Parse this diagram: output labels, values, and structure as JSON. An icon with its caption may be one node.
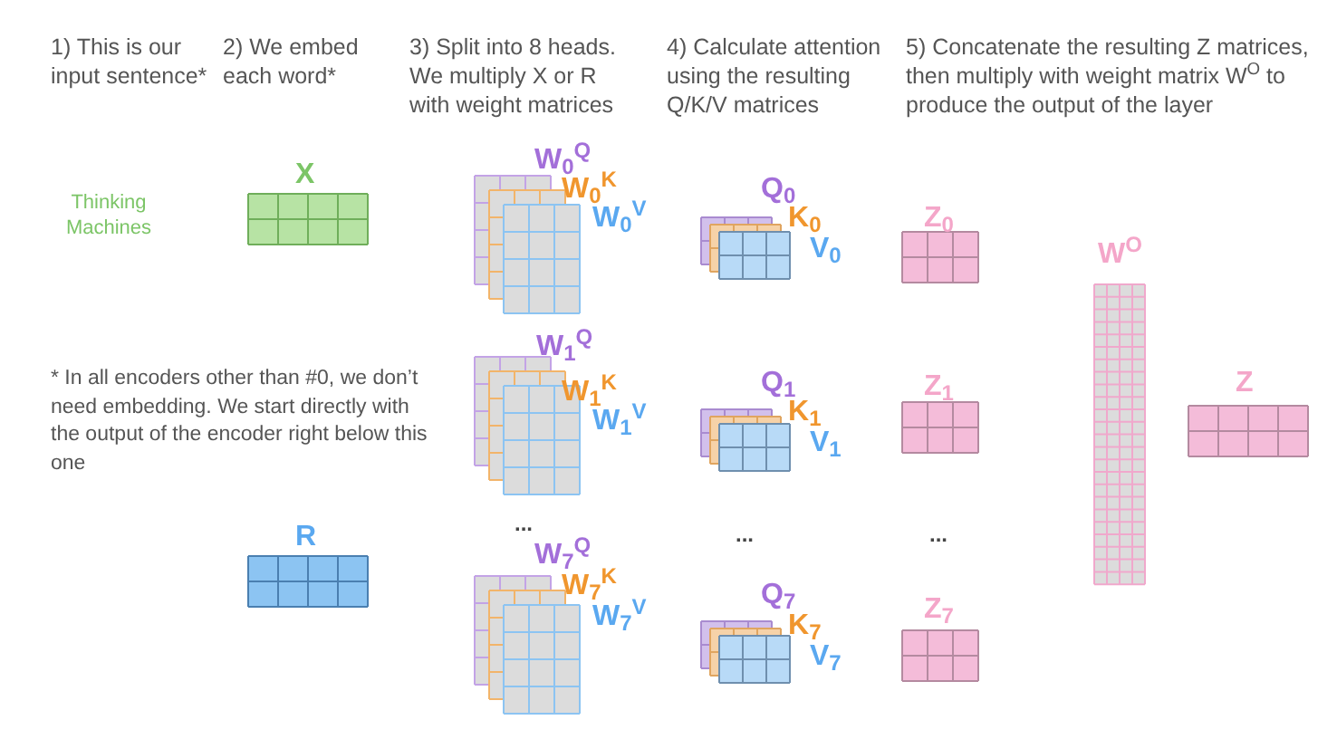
{
  "diagram": {
    "labels": [
      "1) This is our input sentence*",
      "2) We embed each word*",
      "3) Split into 8 heads. We multiply X or R with weight matrices",
      "4) Calculate attention using the resulting Q/K/V matrices",
      "5) Concatenate the resulting Z matrices, then multiply with weight matrix W$^{O}$ to produce the output of the layer",
      "Thinking Machines",
      "X",
      "W$_{0}$$^{Q}$",
      "W$_{0}$$^{K}$",
      "W$_{0}$$^{V}$",
      "Q$_{0}$",
      "K$_{0}$",
      "V$_{0}$",
      "Z$_{0}$",
      "W$^{O}$",
      "* In all encoders other than #0, we don’t need embedding. We start directly with the output of the encoder right below this one",
      "W$_{1}$$^{Q}$",
      "W$_{1}$$^{K}$",
      "W$_{1}$$^{V}$",
      "Q$_{1}$",
      "K$_{1}$",
      "V$_{1}$",
      "Z$_{1}$",
      "Z",
      "...",
      "...",
      "...",
      "R",
      "W$_{7}$$^{Q}$",
      "W$_{7}$$^{K}$",
      "W$_{7}$$^{V}$",
      "Q$_{7}$",
      "K$_{7}$",
      "V$_{7}$",
      "Z$_{7}$"
    ]
  }
}
